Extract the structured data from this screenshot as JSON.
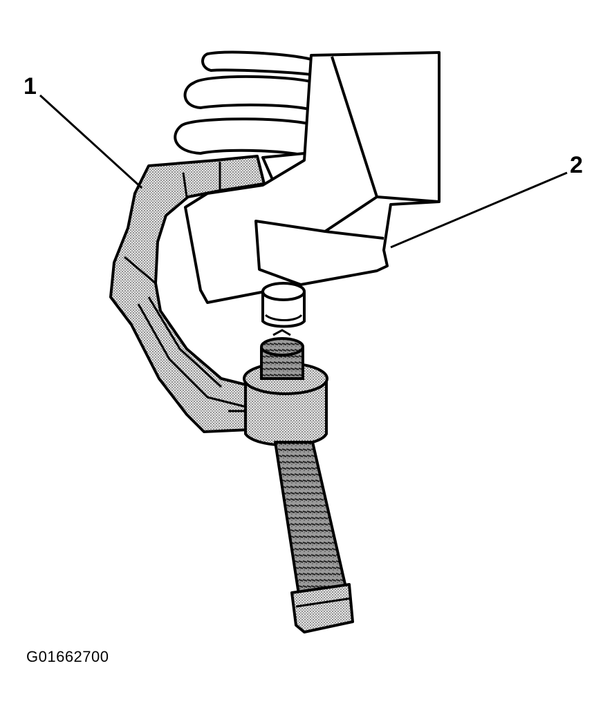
{
  "figure": {
    "callouts": [
      {
        "id": "1",
        "label": "1"
      },
      {
        "id": "2",
        "label": "2"
      }
    ],
    "figure_code": "G01662700",
    "colors": {
      "ink": "#000000",
      "paper": "#ffffff",
      "tool_shade": "#b8b8b8",
      "thread_shade": "#9a9a9a"
    }
  }
}
